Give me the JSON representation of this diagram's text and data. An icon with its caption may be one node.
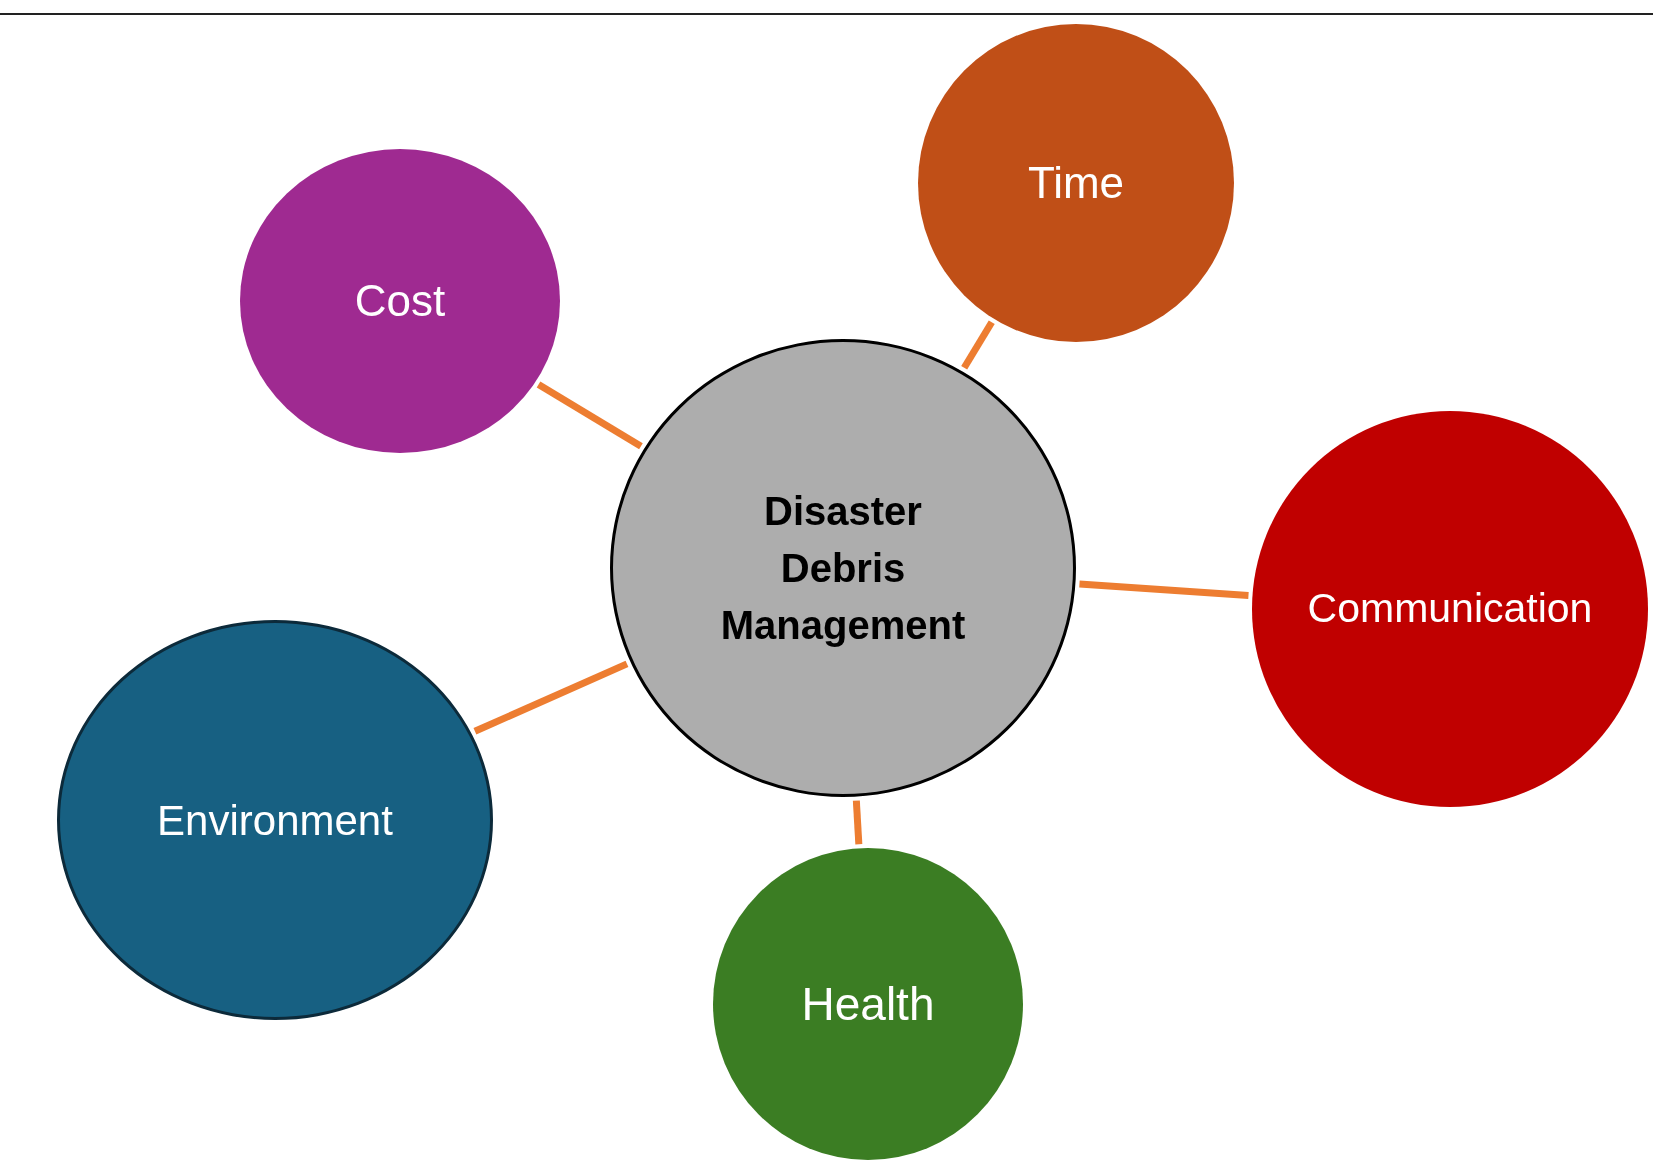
{
  "diagram": {
    "nodes": [
      {
        "text": [
          "Disaster Debris Management"
        ]
      },
      {
        "text": [
          "Cost"
        ]
      },
      {
        "text": [
          "Time"
        ]
      },
      {
        "text": [
          "Communication"
        ]
      },
      {
        "text": [
          "Environment"
        ]
      },
      {
        "text": [
          "Health"
        ]
      }
    ],
    "edges": [
      {
        "from": 0,
        "to": 1,
        "arrow": "none"
      },
      {
        "from": 0,
        "to": 2,
        "arrow": "none"
      },
      {
        "from": 0,
        "to": 3,
        "arrow": "none"
      },
      {
        "from": 0,
        "to": 4,
        "arrow": "none"
      },
      {
        "from": 0,
        "to": 5,
        "arrow": "none"
      }
    ]
  }
}
